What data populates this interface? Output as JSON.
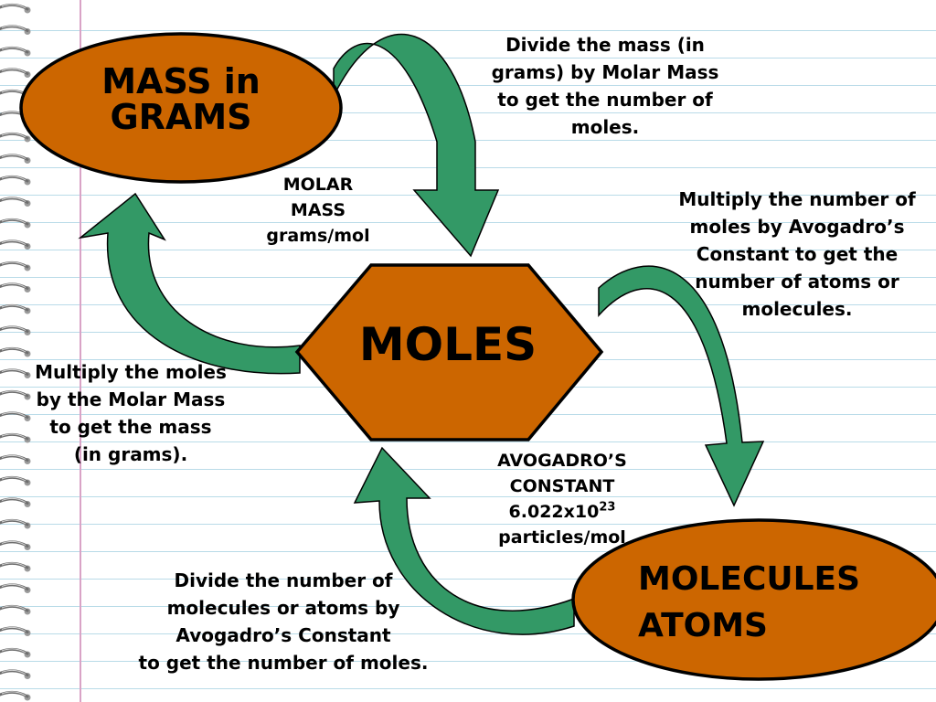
{
  "nodes": {
    "mass_in_grams": {
      "lines": [
        "MASS in",
        "GRAMS"
      ]
    },
    "moles": {
      "label": "MOLES"
    },
    "molecules_atoms": {
      "lines": [
        "MOLECULES",
        "ATOMS"
      ]
    }
  },
  "edge_labels": {
    "molar_mass": {
      "lines": [
        "MOLAR",
        "MASS",
        "grams/mol"
      ]
    },
    "avogadro": {
      "line1": "AVOGADRO’S",
      "line2": "CONSTANT",
      "line3_base": "6.022x10",
      "line3_exp": "23",
      "line4": "particles/mol"
    }
  },
  "instructions": {
    "mass_to_moles": [
      "Divide the mass (in",
      "grams) by Molar Mass",
      "to get the number of",
      "moles."
    ],
    "moles_to_particles": [
      "Multiply the number of",
      "moles by Avogadro’s",
      "Constant to get the",
      "number of atoms or",
      "molecules."
    ],
    "moles_to_mass": [
      "Multiply the moles",
      "by the Molar Mass",
      "to get the mass",
      "(in grams)."
    ],
    "particles_to_moles": [
      "Divide the number of",
      "molecules or atoms by",
      "Avogadro’s Constant",
      "to get the number of moles."
    ]
  },
  "colors": {
    "node_fill": "#cc6600",
    "arrow_fill": "#339966",
    "outline": "#000000",
    "ruled_line": "#b9dbe8",
    "margin_line": "#d9a3c6"
  }
}
